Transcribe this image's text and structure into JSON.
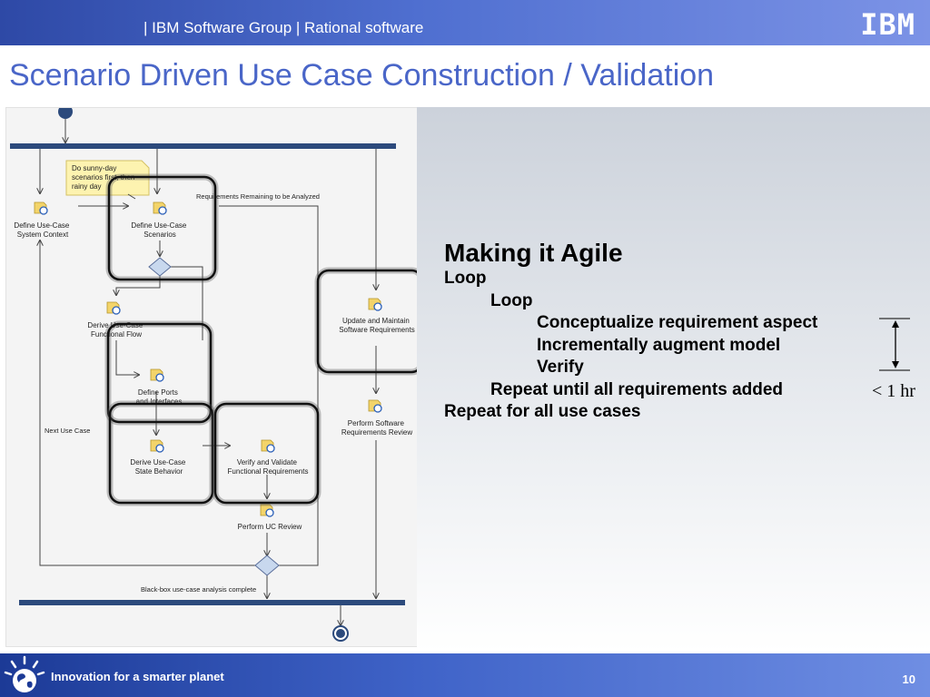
{
  "header": {
    "text": "| IBM Software Group | Rational software",
    "logo": "IBM"
  },
  "title": "Scenario Driven Use Case Construction / Validation",
  "diagram": {
    "note": [
      "Do sunny-day",
      "scenarios first, then",
      "rainy day"
    ],
    "activities": {
      "system_context": [
        "Define Use-Case",
        "System Context"
      ],
      "scenarios": [
        "Define Use-Case",
        "Scenarios"
      ],
      "functional_flow": [
        "Derive Use-Case",
        "Functional Flow"
      ],
      "ports": [
        "Define Ports",
        "and Interfaces"
      ],
      "state_behavior": [
        "Derive Use-Case",
        "State Behavior"
      ],
      "verify": [
        "Verify and Validate",
        "Functional Requirements"
      ],
      "update": [
        "Update and Maintain",
        "Software Requirements"
      ],
      "review_sw": [
        "Perform Software",
        "Requirements Review"
      ],
      "review_uc": "Perform UC Review"
    },
    "labels": {
      "remaining": "Requirements Remaining to be Analyzed",
      "next": "Next Use Case",
      "complete": "Black-box use-case analysis complete"
    }
  },
  "agile": {
    "heading": "Making it Agile",
    "lines": [
      "Loop",
      "Loop",
      "Conceptualize requirement aspect",
      "Incrementally augment model",
      "Verify",
      "Repeat until all requirements added",
      "Repeat for all use cases"
    ],
    "timebox": "< 1 hr"
  },
  "footer": {
    "tagline": "Innovation for a smarter planet",
    "page": "10"
  },
  "colors": {
    "header_blue": "#2e49a6",
    "title_blue": "#4a66c8",
    "bar_blue": "#2c4a7c",
    "note_yellow": "#fdf3b0"
  }
}
